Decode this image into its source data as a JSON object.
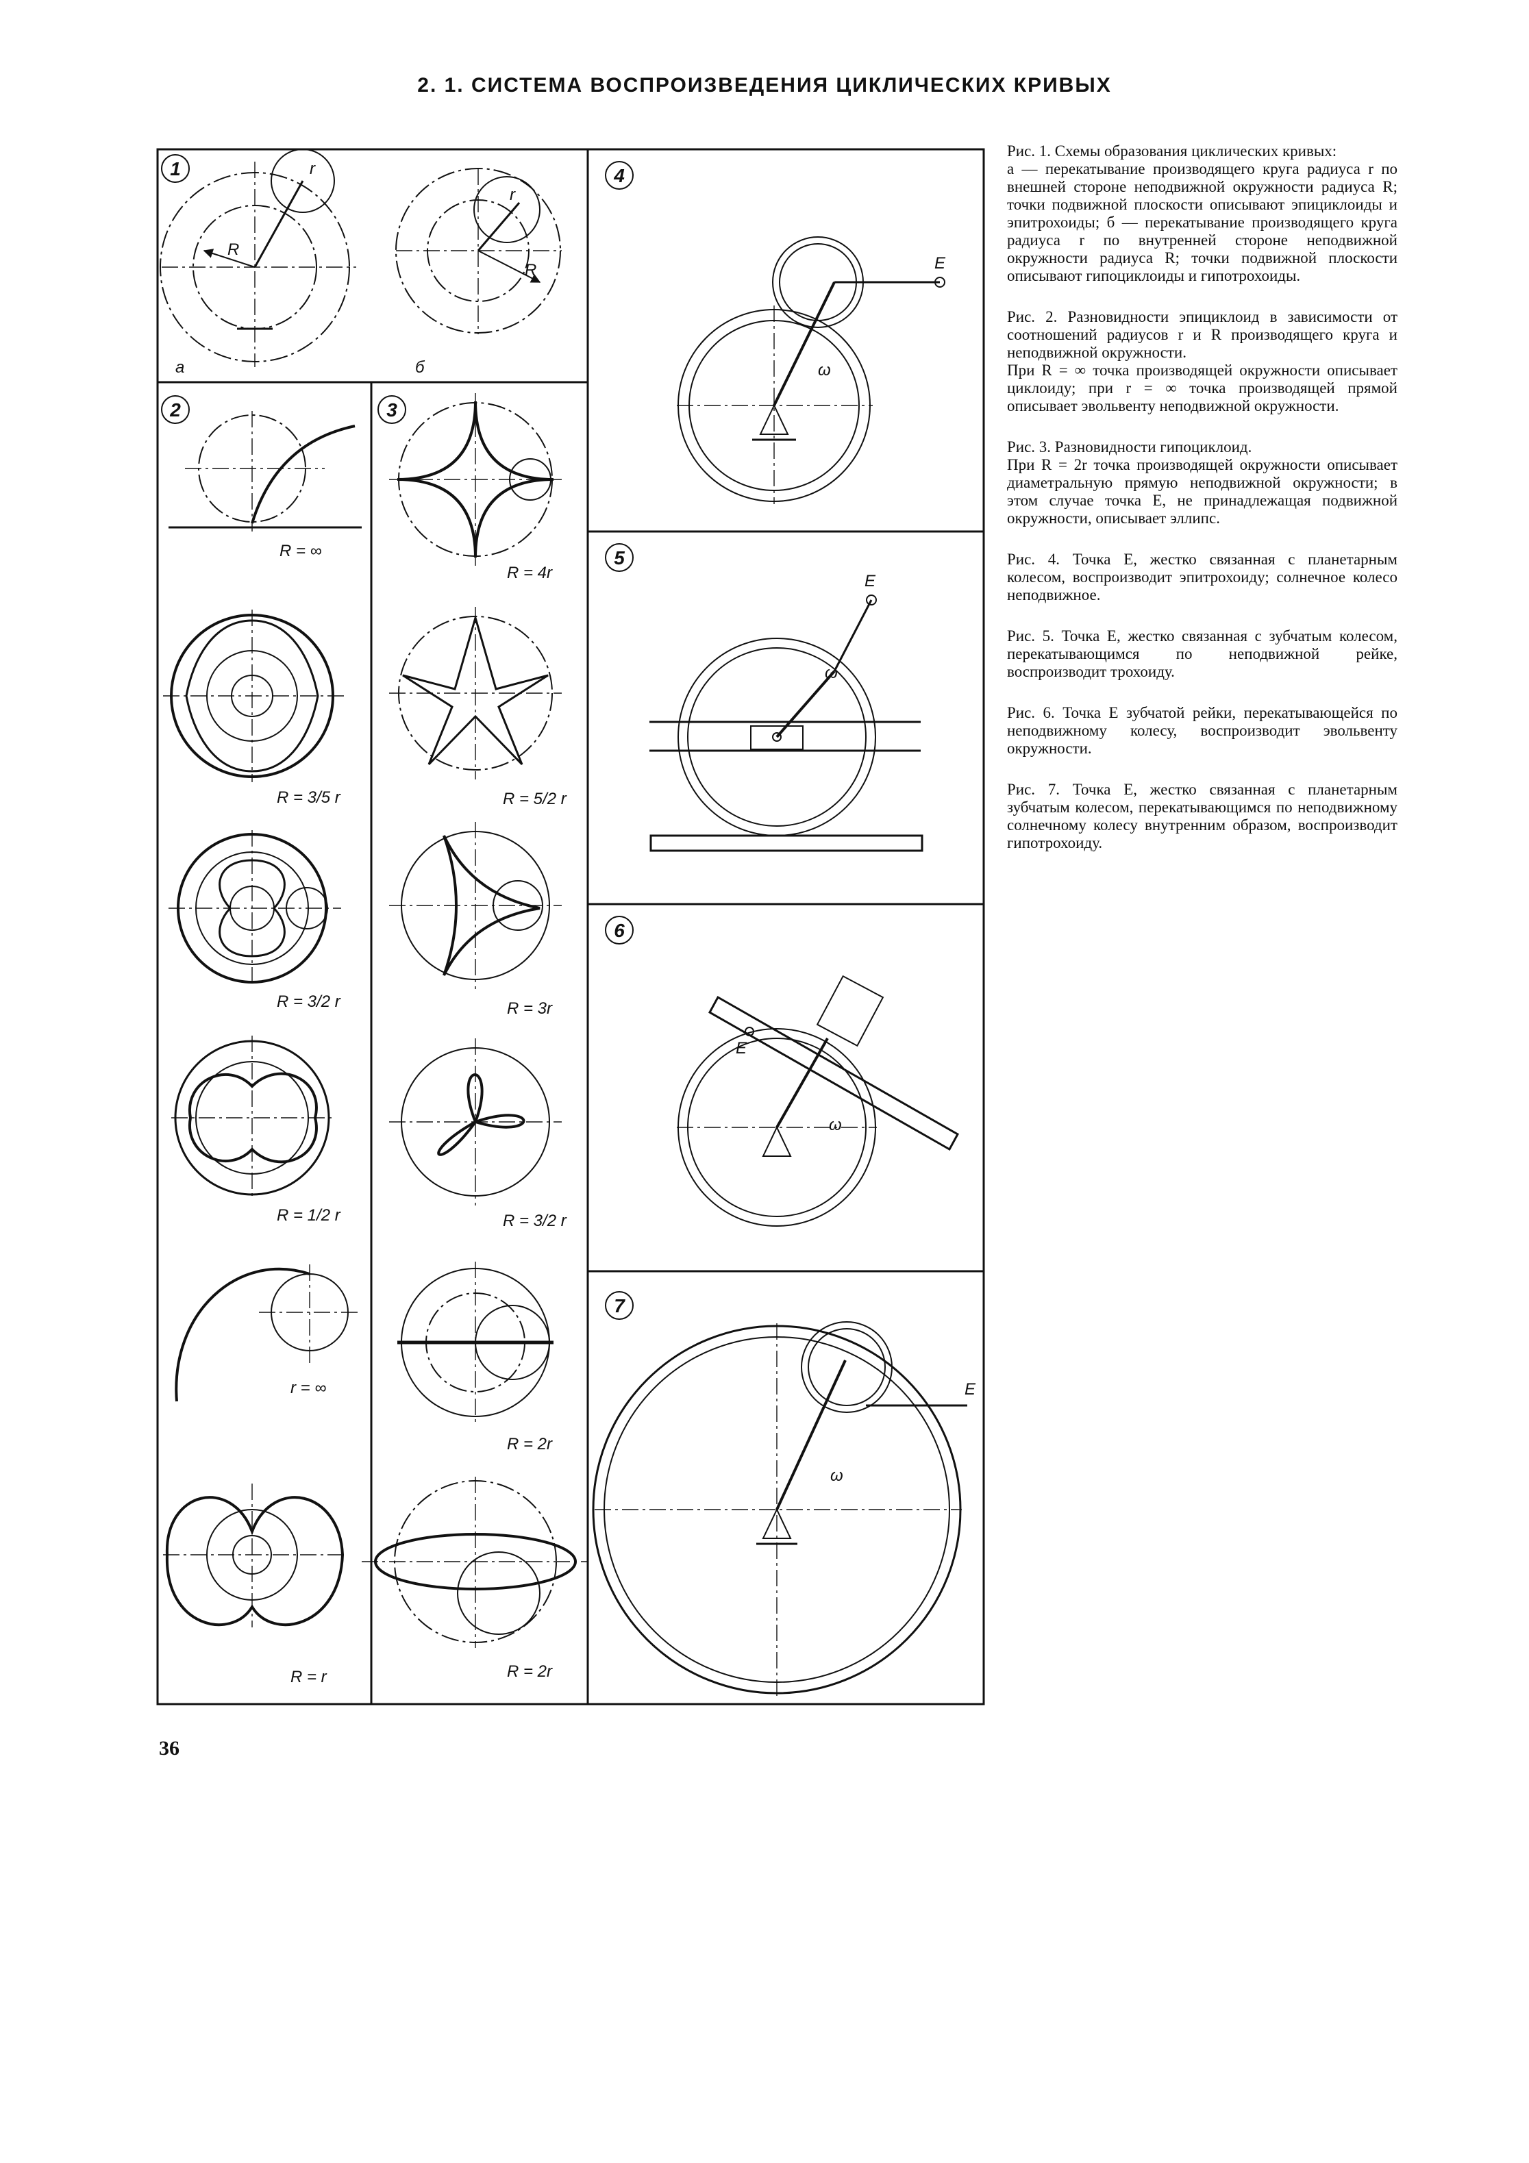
{
  "title": "2. 1. СИСТЕМА ВОСПРОИЗВЕДЕНИЯ ЦИКЛИЧЕСКИХ КРИВЫХ",
  "page_number": "36",
  "figure_numbers": [
    "1",
    "2",
    "3",
    "4",
    "5",
    "6",
    "7"
  ],
  "fig1": {
    "sub_a": "а",
    "sub_b": "б",
    "r": "r",
    "R": "R"
  },
  "fig2_labels": [
    "R = ∞",
    "R = 3/5 r",
    "R = 3/2 r",
    "R = 1/2 r",
    "r = ∞",
    "R = r"
  ],
  "fig3_labels": [
    "R = 4r",
    "R = 5/2 r",
    "R = 3r",
    "R = 3/2 r",
    "R = 2r",
    "R = 2r"
  ],
  "mech": {
    "E": "E",
    "omega": "ω"
  },
  "captions": [
    {
      "head": "Рис. 1. Схемы образования циклических кривых:",
      "body": [
        "а — перекатывание производящего круга радиуса r по внешней стороне неподвижной окружности радиуса R; точки подвижной плоскости описывают эпициклоиды и эпитрохоиды; б — перекатывание производящего круга радиуса r по внутренней стороне неподвижной окружности радиуса R; точки подвижной плоскости описывают гипоциклоиды и гипотрохоиды."
      ]
    },
    {
      "head": "Рис. 2. Разновидности эпициклоид в зависимости от соотношений радиусов r и R производящего круга и неподвижной окружности.",
      "body": [
        "При R = ∞ точка производящей окружности описывает циклоиду; при r = ∞ точка производящей прямой описывает эвольвенту неподвижной окружности."
      ]
    },
    {
      "head": "Рис. 3. Разновидности гипоциклоид.",
      "body": [
        "При R = 2r точка производящей окружности описывает диаметральную прямую неподвижной окружности; в этом случае точка E, не принадлежащая подвижной окружности, описывает эллипс."
      ]
    },
    {
      "head": "Рис. 4. Точка E, жестко связанная с планетарным колесом, воспроизводит эпитрохоиду; солнечное колесо неподвижное.",
      "body": []
    },
    {
      "head": "Рис. 5. Точка E, жестко связанная с зубчатым колесом, перекатывающимся по неподвижной рейке, воспроизводит трохоиду.",
      "body": []
    },
    {
      "head": "Рис. 6. Точка E зубчатой рейки, перекатывающейся по неподвижному колесу, воспроизводит эвольвенту окружности.",
      "body": []
    },
    {
      "head": "Рис. 7. Точка E, жестко связанная с планетарным зубчатым колесом, перекатывающимся по неподвижному солнечному колесу внутренним образом, воспроизводит гипотрохоиду.",
      "body": []
    }
  ]
}
